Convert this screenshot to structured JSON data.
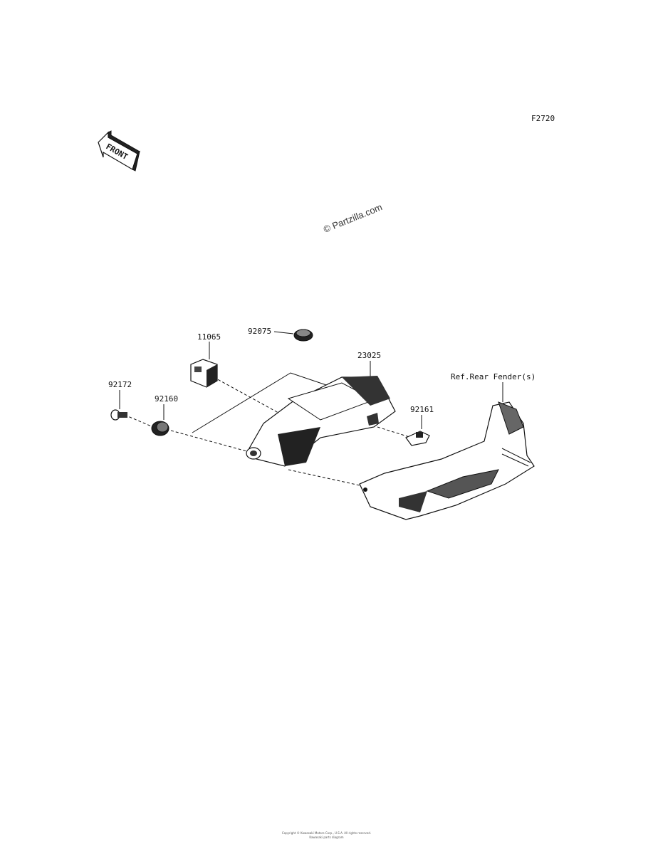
{
  "diagram": {
    "code": "F2720",
    "front_label": "FRONT",
    "watermark": "© Partzilla.com",
    "ref_label": "Ref.Rear Fender(s)",
    "parts": {
      "p11065": "11065",
      "p92075": "92075",
      "p23025": "23025",
      "p92172": "92172",
      "p92160": "92160",
      "p92161": "92161"
    },
    "footer_line1": "Copyright © Kawasaki Motors Corp., U.S.A. All rights reserved.",
    "footer_line2": "Kawasaki parts diagram"
  }
}
